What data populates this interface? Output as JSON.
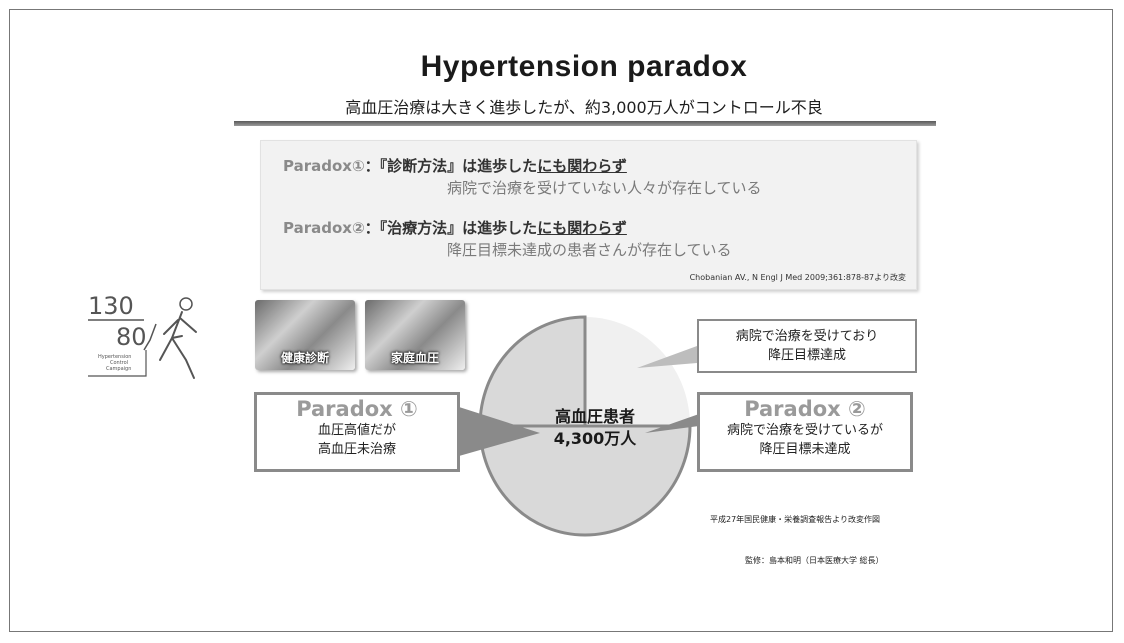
{
  "title": "Hypertension paradox",
  "subtitle": "高血圧治療は大きく進歩したが、約3,000万人がコントロール不良",
  "paradoxes": [
    {
      "label": "Paradox①",
      "sep": "：",
      "pre": "『診断方法』は進歩した",
      "post": "にも関わらず",
      "detail": "病院で治療を受けていない人々が存在している"
    },
    {
      "label": "Paradox②",
      "sep": "：",
      "pre": "『治療方法』は進歩した",
      "post": "にも関わらず",
      "detail": "降圧目標未達成の患者さんが存在している"
    }
  ],
  "citation": "Chobanian AV., N Engl J Med 2009;361:878-87より改変",
  "logo": {
    "top_number": "130",
    "bottom_number": "80",
    "lines": [
      "Hypertension",
      "Control",
      "Campaign"
    ]
  },
  "photos": [
    {
      "caption": "健康診断"
    },
    {
      "caption": "家庭血圧"
    }
  ],
  "pie": {
    "line1": "高血圧患者",
    "line2": "4,300万人"
  },
  "callouts": {
    "paradox1": {
      "head": "Paradox ①",
      "body1": "血圧高値だが",
      "body2": "高血圧未治療"
    },
    "paradox2": {
      "head": "Paradox ②",
      "body1": "病院で治療を受けているが",
      "body2": "降圧目標未達成"
    },
    "achieved": {
      "body1": "病院で治療を受けており",
      "body2": "降圧目標達成"
    }
  },
  "source_note": "平成27年国民健康・栄養調査報告より改変作図",
  "supervisor": "監修：島本和明（日本医療大学 総長）"
}
